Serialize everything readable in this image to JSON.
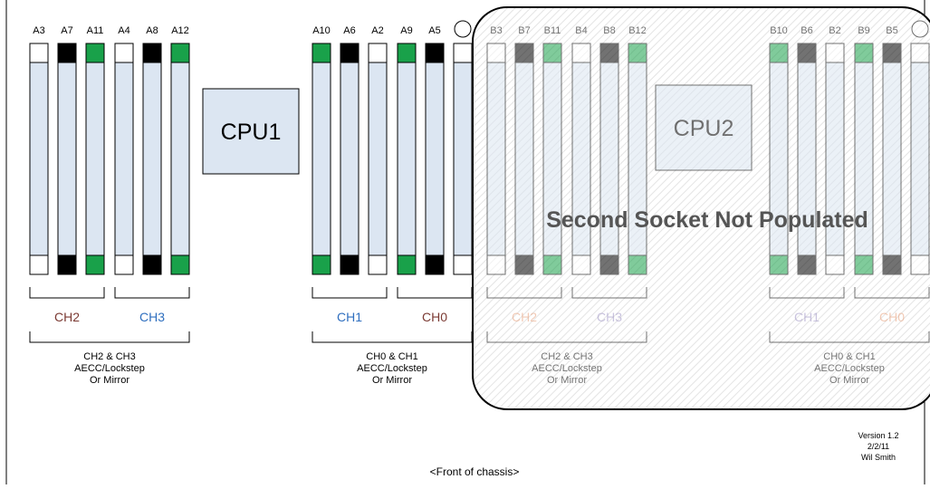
{
  "cpu1": {
    "label": "CPU1",
    "left_slots": [
      {
        "label": "A3",
        "color": "white"
      },
      {
        "label": "A7",
        "color": "black"
      },
      {
        "label": "A11",
        "color": "green"
      },
      {
        "label": "A4",
        "color": "white"
      },
      {
        "label": "A8",
        "color": "black"
      },
      {
        "label": "A12",
        "color": "green"
      }
    ],
    "right_slots": [
      {
        "label": "A10",
        "color": "green"
      },
      {
        "label": "A6",
        "color": "black"
      },
      {
        "label": "A2",
        "color": "white"
      },
      {
        "label": "A9",
        "color": "green"
      },
      {
        "label": "A5",
        "color": "black"
      },
      {
        "label": "",
        "color": "white"
      }
    ],
    "channels": [
      {
        "label": "CH2",
        "color": "#7b3a33"
      },
      {
        "label": "CH3",
        "color": "#2f6fbf"
      },
      {
        "label": "CH1",
        "color": "#2f6fbf"
      },
      {
        "label": "CH0",
        "color": "#7b3a33"
      }
    ],
    "groups": [
      {
        "lines": [
          "CH2 & CH3",
          "AECC/Lockstep",
          "Or Mirror"
        ]
      },
      {
        "lines": [
          "CH0 & CH1",
          "AECC/Lockstep",
          "Or Mirror"
        ]
      }
    ]
  },
  "cpu2": {
    "label": "CPU2",
    "left_slots": [
      {
        "label": "B3",
        "color": "white"
      },
      {
        "label": "B7",
        "color": "black"
      },
      {
        "label": "B11",
        "color": "green"
      },
      {
        "label": "B4",
        "color": "white"
      },
      {
        "label": "B8",
        "color": "black"
      },
      {
        "label": "B12",
        "color": "green"
      }
    ],
    "right_slots": [
      {
        "label": "B10",
        "color": "green"
      },
      {
        "label": "B6",
        "color": "black"
      },
      {
        "label": "B2",
        "color": "white"
      },
      {
        "label": "B9",
        "color": "green"
      },
      {
        "label": "B5",
        "color": "black"
      },
      {
        "label": "",
        "color": "white"
      }
    ],
    "channels": [
      {
        "label": "CH2",
        "color": "#e8a07a"
      },
      {
        "label": "CH3",
        "color": "#9d93c4"
      },
      {
        "label": "CH1",
        "color": "#9d93c4"
      },
      {
        "label": "CH0",
        "color": "#e8a07a"
      }
    ],
    "groups": [
      {
        "lines": [
          "CH2 & CH3",
          "AECC/Lockstep",
          "Or Mirror"
        ]
      },
      {
        "lines": [
          "CH0 & CH1",
          "AECC/Lockstep",
          "Or Mirror"
        ]
      }
    ],
    "overlay_text": "Second Socket Not Populated"
  },
  "footer": "<Front of chassis>",
  "version": {
    "version": "Version 1.2",
    "date": "2/2/11",
    "author": "Wil Smith"
  },
  "colors": {
    "green": "#19a14a",
    "black": "#000000",
    "slot_fill": "#dce6f2",
    "cpu_fill": "#dce6f2"
  }
}
